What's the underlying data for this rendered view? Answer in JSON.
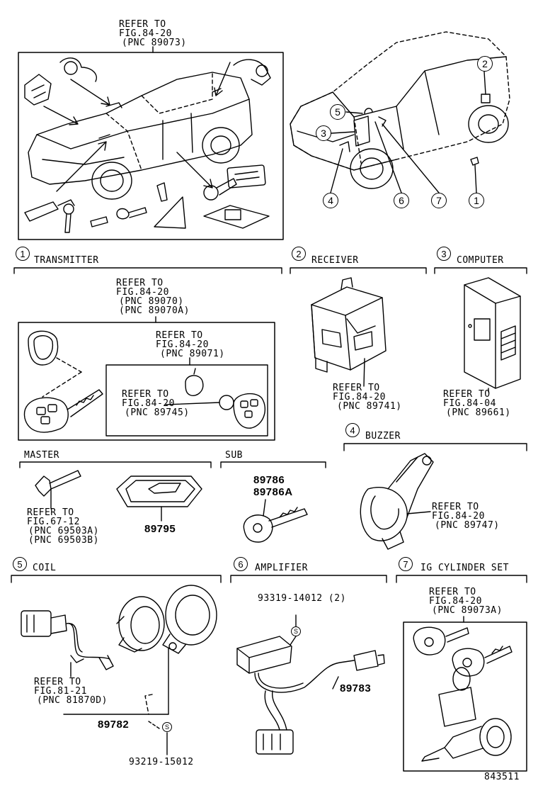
{
  "top_ref": {
    "l1": "REFER TO",
    "l2": "FIG.84-20",
    "l3": "(PNC 89073)"
  },
  "callouts": {
    "c1": "1",
    "c2": "2",
    "c3": "3",
    "c4": "4",
    "c5": "5",
    "c6": "6",
    "c7": "7"
  },
  "sections": {
    "s1": {
      "num": "1",
      "title": "TRANSMITTER"
    },
    "s2": {
      "num": "2",
      "title": "RECEIVER"
    },
    "s3": {
      "num": "3",
      "title": "COMPUTER"
    },
    "s4": {
      "num": "4",
      "title": "BUZZER"
    },
    "s5": {
      "num": "5",
      "title": "COIL"
    },
    "s6": {
      "num": "6",
      "title": "AMPLIFIER"
    },
    "s7": {
      "num": "7",
      "title": "IG CYLINDER SET"
    }
  },
  "transmitter": {
    "ref1": {
      "l1": "REFER TO",
      "l2": "FIG.84-20",
      "l3": "(PNC 89070)",
      "l4": "(PNC 89070A)"
    },
    "ref2": {
      "l1": "REFER TO",
      "l2": "FIG.84-20",
      "l3": "(PNC 89071)"
    },
    "ref3": {
      "l1": "REFER TO",
      "l2": "FIG.84-20",
      "l3": "(PNC 89745)"
    }
  },
  "receiver_ref": {
    "l1": "REFER TO",
    "l2": "FIG.84-20",
    "l3": "(PNC 89741)"
  },
  "computer_ref": {
    "l1": "REFER TO",
    "l2": "FIG.84-04",
    "l3": "(PNC 89661)"
  },
  "master": {
    "label": "MASTER",
    "ref": {
      "l1": "REFER TO",
      "l2": "FIG.67-12",
      "l3": "(PNC 69503A)",
      "l4": "(PNC 69503B)"
    },
    "part": "89795"
  },
  "sub": {
    "label": "SUB",
    "part1": "89786",
    "part2": "89786A"
  },
  "buzzer_ref": {
    "l1": "REFER TO",
    "l2": "FIG.84-20",
    "l3": "(PNC 89747)"
  },
  "coil": {
    "ref": {
      "l1": "REFER TO",
      "l2": "FIG.81-21",
      "l3": "(PNC 81870D)"
    },
    "part": "89782",
    "bolt": "93219-15012",
    "s": "S"
  },
  "amplifier": {
    "bolt": "93319-14012 (2)",
    "part": "89783",
    "s": "S"
  },
  "igcyl_ref": {
    "l1": "REFER TO",
    "l2": "FIG.84-20",
    "l3": "(PNC 89073A)"
  },
  "diagram_id": "843511"
}
